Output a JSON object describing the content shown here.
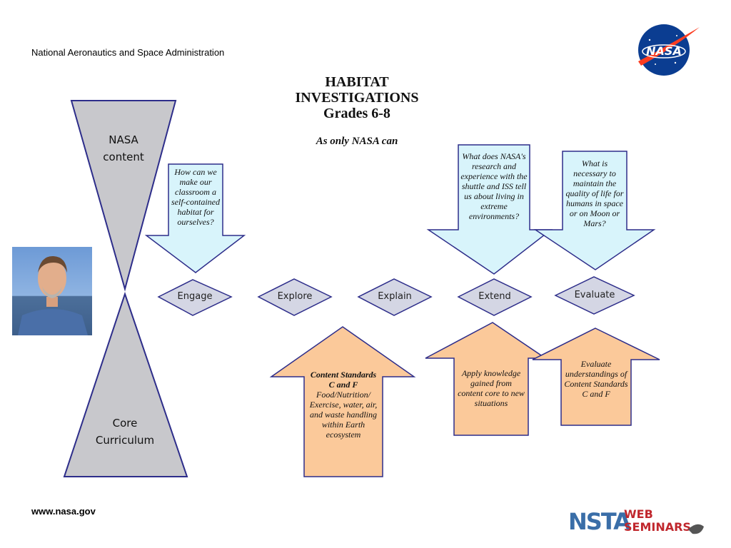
{
  "header": {
    "agency": "National Aeronautics and Space Administration"
  },
  "footer": {
    "url": "www.nasa.gov"
  },
  "title": {
    "line1": "HABITAT",
    "line2": "INVESTIGATIONS",
    "line3": "Grades 6-8"
  },
  "subtitle": "As only NASA can",
  "cones": {
    "top_line1": "NASA",
    "top_line2": "content",
    "bottom_line1": "Core",
    "bottom_line2": "Curriculum"
  },
  "stages": [
    "Engage",
    "Explore",
    "Explain",
    "Extend",
    "Evaluate"
  ],
  "questions": {
    "engage": "How can we make our classroom a self-contained habitat for ourselves?",
    "extend": "What does NASA's research and experience with the shuttle and ISS tell us about living in extreme environments?",
    "evaluate": "What is necessary to maintain the quality of life for humans in space or on Moon or Mars?"
  },
  "content_arrows": {
    "explore_bold": "Content Standards C and F",
    "explore_text": "Food/Nutrition/ Exercise, water, air, and waste handling within Earth ecosystem",
    "extend": "Apply knowledge gained from content core to new situations",
    "evaluate": "Evaluate understandings of Content Standards C and F"
  },
  "logos": {
    "nasa": "NASA",
    "nsta_left": "NSTA",
    "nsta_web": "WEB",
    "nsta_seminars": "SEMINARS"
  },
  "colors": {
    "blue_arrow": "#d8f4fb",
    "orange_arrow": "#fbc99a",
    "cone": "#c8c8cc",
    "diamond": "#d4d6e4",
    "outline": "#2d2d8a"
  }
}
